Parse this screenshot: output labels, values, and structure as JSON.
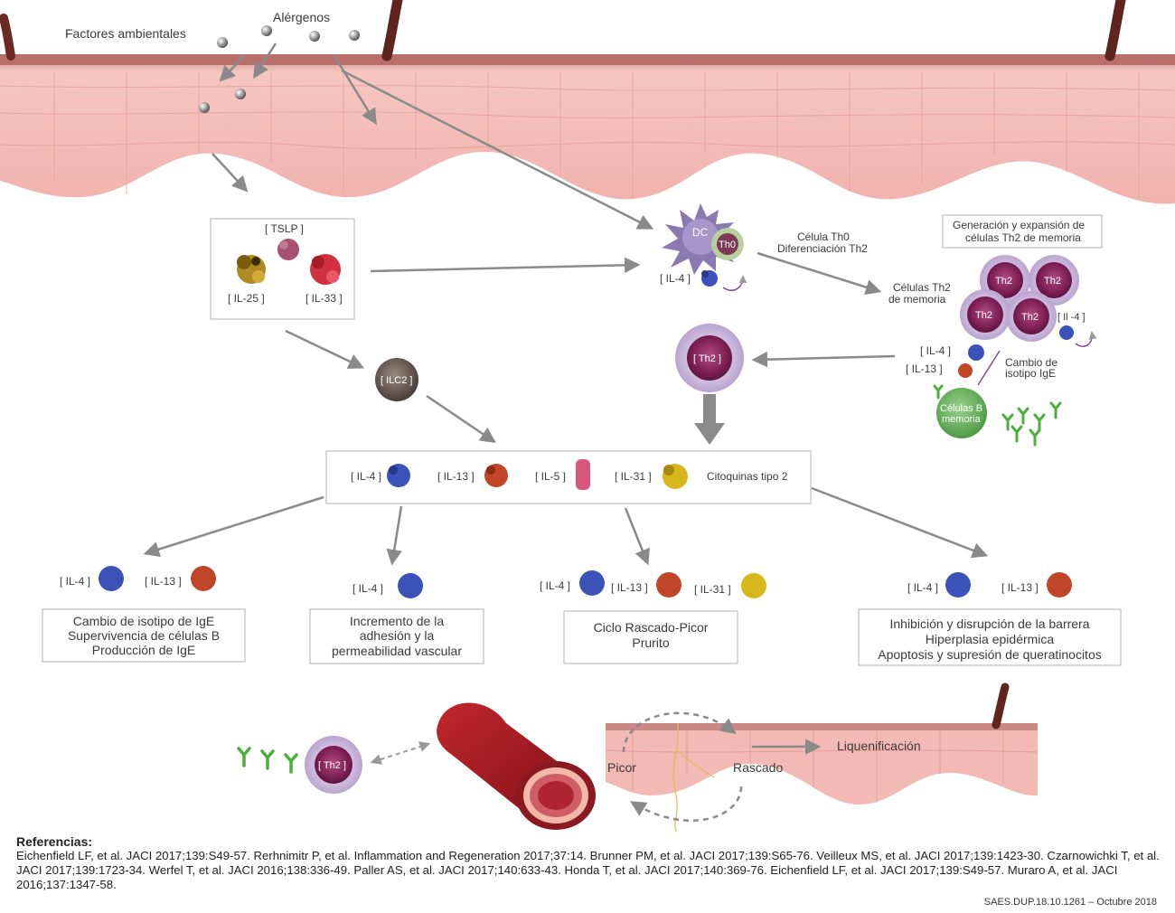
{
  "skin_labels": {
    "factores": "Factores ambientales",
    "alergenos": "Alérgenos"
  },
  "tslp_box": {
    "tslp": "[ TSLP ]",
    "il25": "[ IL-25 ]",
    "il33": "[ IL-33 ]"
  },
  "dc_cluster": {
    "dc": "DC",
    "th0": "Th0",
    "il4": "[ IL-4 ]",
    "th0_label_1": "Célula Th0",
    "th0_label_2": "Diferenciación Th2"
  },
  "memory": {
    "title_1": "Generación y expansión de",
    "title_2": "células Th2 de memoria",
    "th2": "Th2",
    "celulas_1": "Células Th2",
    "celulas_2": "de memoria",
    "il4_small": "[ Il -4 ]",
    "il4": "[ IL-4 ]",
    "il13": "[ IL-13 ]",
    "cambio_1": "Cambio de",
    "cambio_2": "isotipo IgE",
    "bcell_1": "Células B",
    "bcell_2": "memoria"
  },
  "ilc2": "[ ILC2 ]",
  "th2_single": "[ Th2 ]",
  "cytokine_box": {
    "il4": "[ IL-4 ]",
    "il13": "[ IL-13 ]",
    "il5": "[ IL-5 ]",
    "il31": "[ IL-31 ]",
    "title": "Citoquinas tipo 2"
  },
  "effects": [
    {
      "labels": [
        "[ IL-4 ]",
        "[ IL-13 ]"
      ],
      "lines": [
        "Cambio de isotipo de IgE",
        "Supervivencia de células B",
        "Producción de IgE"
      ]
    },
    {
      "labels": [
        "[ IL-4 ]"
      ],
      "lines": [
        "Incremento de la",
        "adhesión y la",
        "permeabilidad vascular"
      ]
    },
    {
      "labels": [
        "[ IL-4 ]",
        "[ IL-13 ]",
        "[ IL-31 ]"
      ],
      "lines": [
        "Ciclo Rascado-Picor",
        "Prurito"
      ]
    },
    {
      "labels": [
        "[ IL-4 ]",
        "[ IL-13 ]"
      ],
      "lines": [
        "Inhibición y disrupción de la barrera",
        "Hiperplasia epidérmica",
        "Apoptosis y supresión de queratinocitos"
      ]
    }
  ],
  "bottom": {
    "th2": "[ Th2 ]",
    "picor": "Picor",
    "rascado": "Rascado",
    "liquenificacion": "Liquenificación"
  },
  "references": {
    "title": "Referencias:",
    "text": "Eichenfield LF, et al. JACI 2017;139:S49-57. Rerhnimitr P, et al. Inflammation and Regeneration 2017;37:14. Brunner PM, et al. JACI 2017;139:S65-76. Veilleux MS, et al. JACI 2017;139:1423-30. Czarnowichki T, et al. JACI 2017;139:1723-34. Werfel T, et al. JACI 2016;138:336-49. Paller AS, et al. JACI 2017;140:633-43. Honda T, et al. JACI 2017;140:369-76. Eichenfield LF, et al. JACI 2017;139:S49-57. Muraro A, et al. JACI 2016;137:1347-58."
  },
  "code": "SAES.DUP.18.10.1261 – Octubre 2018",
  "colors": {
    "skin": "#f3b9b4",
    "skin_dark": "#e29a95",
    "arrow": "#8a8a8a",
    "th2_cell": "#8e2a63",
    "il4": "#3b53b8",
    "il13": "#c0462a",
    "il5": "#d9567f",
    "il31": "#d6b81c",
    "igE": "#4caf3c"
  }
}
